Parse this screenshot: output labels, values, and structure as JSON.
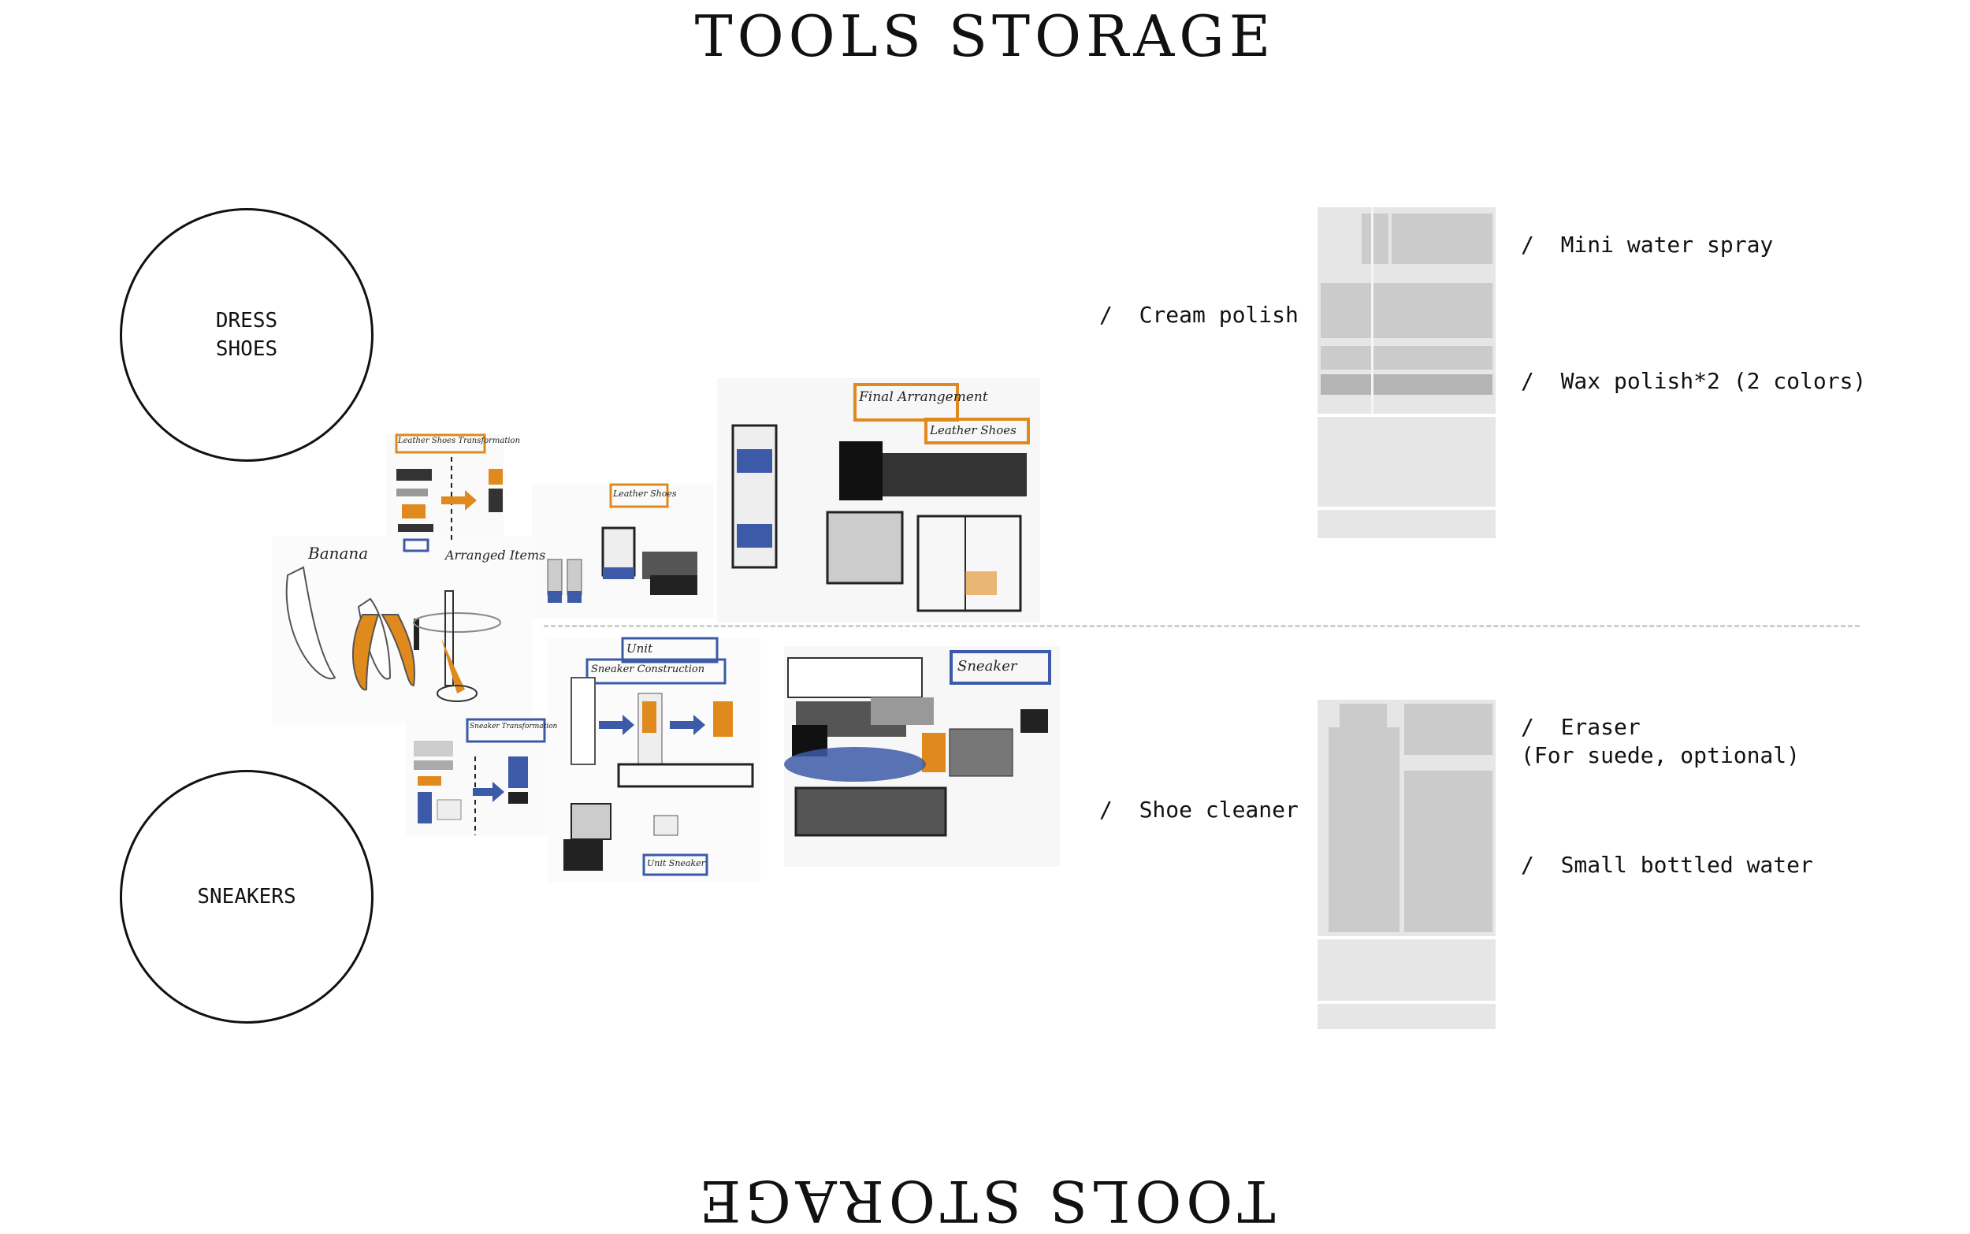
{
  "title_top": "TOOLS STORAGE",
  "title_bottom": "TOOLS STORAGE",
  "circles": {
    "dress": [
      "DRESS",
      "SHOES"
    ],
    "sneakers": "SNEAKERS"
  },
  "left_labels": {
    "cream_polish": "/  Cream polish",
    "shoe_cleaner": "/  Shoe cleaner"
  },
  "right_labels": {
    "mini_water_spray": "/  Mini water spray",
    "wax_polish": "/  Wax polish*2 (2 colors)",
    "eraser": "/  Eraser\n(For suede, optional)",
    "small_bottled_water": "/  Small bottled water"
  },
  "sketch_tags": {
    "banana": "Banana",
    "arranged_items": "Arranged Items",
    "leather_shoes_transformation": "Leather Shoes Transformation",
    "leather_shoes": "Leather Shoes",
    "final_arrangement": "Final Arrangement",
    "leather_shoes_final": "Leather Shoes",
    "unit": "Unit",
    "sneaker_construction": "Sneaker Construction",
    "sneaker": "Sneaker",
    "sneaker_transformation": "Sneaker Transformation",
    "unit_sneaker": "Unit Sneaker"
  },
  "colors": {
    "accent_orange": "#e08a1e",
    "accent_blue": "#3d5aa8",
    "panel_light": "#e6e6e6",
    "panel_mid": "#cbcbcb",
    "panel_dark": "#b4b4b4"
  }
}
